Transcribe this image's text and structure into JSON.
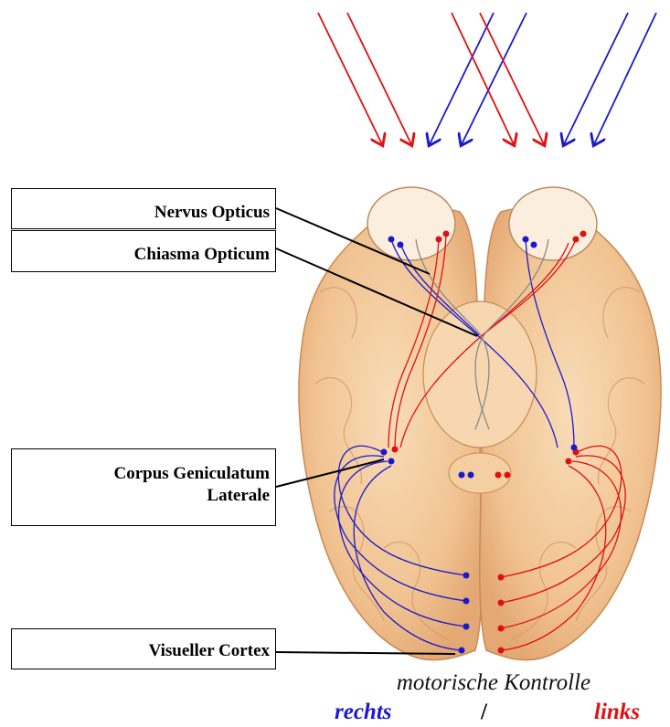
{
  "labels": {
    "nervus": "Nervus Opticus",
    "chiasma": "Chiasma Opticum",
    "corpus_line1": "Corpus Geniculatum",
    "corpus_line2": "Laterale",
    "cortex": "Visueller Cortex"
  },
  "caption": "motorische Kontrolle",
  "legend": {
    "right": "rechts",
    "separator": "/",
    "left": "links"
  },
  "colors": {
    "right": "#1a1acc",
    "left": "#e01010",
    "brain": "#f3c89a",
    "brain_dark": "#d9a373",
    "outline": "#000000"
  }
}
